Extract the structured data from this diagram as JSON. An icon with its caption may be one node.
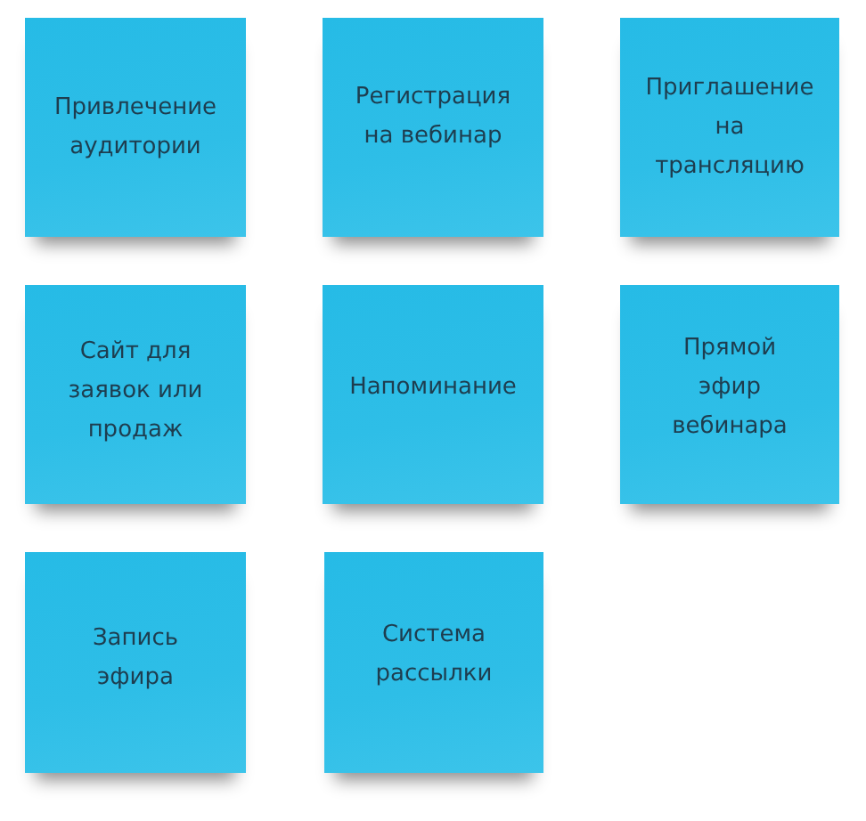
{
  "diagram": {
    "nodes": [
      {
        "text": [
          "Привлечение аудитории"
        ]
      },
      {
        "text": [
          "Регистрация на вебинар"
        ]
      },
      {
        "text": [
          "Приглашение на трансляцию"
        ]
      },
      {
        "text": [
          "Сайт для заявок или продаж"
        ]
      },
      {
        "text": [
          "Напоминание"
        ]
      },
      {
        "text": [
          "Прямой эфир вебинара"
        ]
      },
      {
        "text": [
          "Запись эфира"
        ]
      },
      {
        "text": [
          "Система рассылки"
        ]
      }
    ]
  }
}
